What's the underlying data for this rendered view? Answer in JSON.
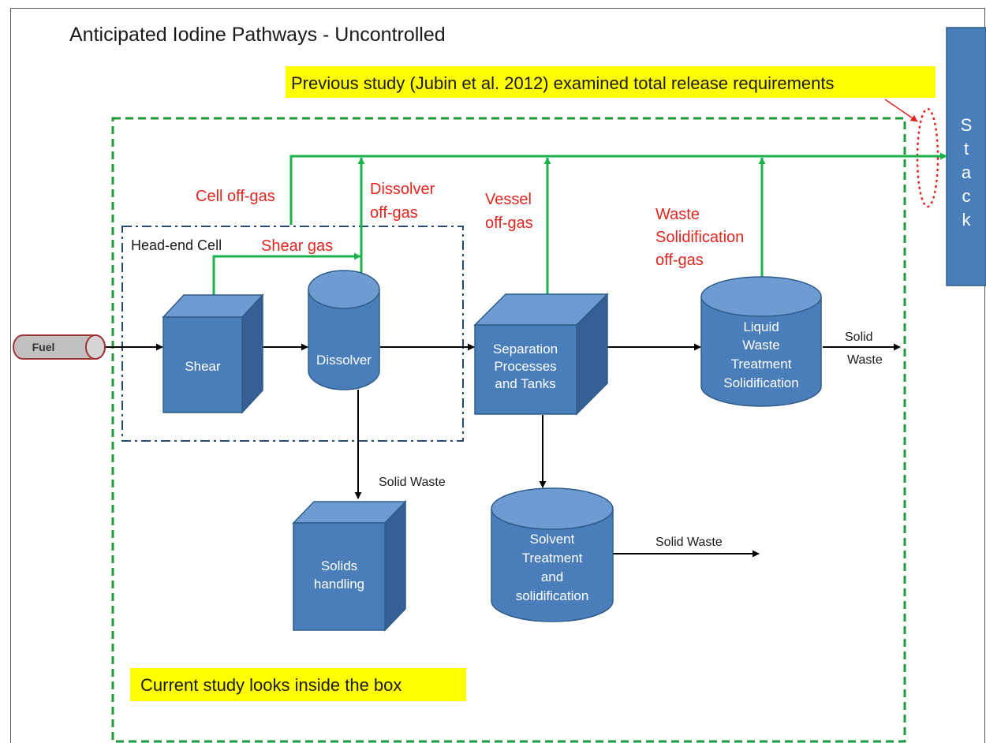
{
  "title": "Anticipated Iodine Pathways - Uncontrolled",
  "callouts": {
    "previous_study": "Previous study (Jubin et al. 2012) examined total release requirements",
    "current_study": "Current study looks inside the box"
  },
  "stack": {
    "letters": [
      "S",
      "t",
      "a",
      "c",
      "k"
    ]
  },
  "feed": {
    "label": "Fuel"
  },
  "head_end": {
    "label": "Head-end Cell"
  },
  "gas_labels": {
    "cell_offgas": "Cell off-gas",
    "dissolver_offgas": [
      "Dissolver",
      "off-gas"
    ],
    "vessel_offgas": [
      "Vessel",
      "off-gas"
    ],
    "waste_solidification_offgas": [
      "Waste",
      "Solidification",
      "off-gas"
    ],
    "shear_gas": "Shear gas"
  },
  "units": {
    "shear": [
      "Shear"
    ],
    "dissolver": [
      "Dissolver"
    ],
    "separation": [
      "Separation",
      "Processes",
      "and Tanks"
    ],
    "liquid_waste": [
      "Liquid",
      "Waste",
      "Treatment",
      "Solidification"
    ],
    "solids_handling": [
      "Solids",
      "handling"
    ],
    "solvent_treatment": [
      "Solvent",
      "Treatment",
      "and",
      "solidification"
    ]
  },
  "outputs": {
    "dissolver_solid": "Solid Waste",
    "liquid_waste_solid": [
      "Solid",
      "Waste"
    ],
    "solvent_solid": "Solid Waste"
  },
  "colors": {
    "unit_fill": "#4a7ebb",
    "unit_stroke": "#2e5c8a",
    "unit_side": "#355f95",
    "unit_top": "#6f9bd3",
    "gas_line": "#19b24b",
    "flow_line": "#000000",
    "gas_label": "#e0261f",
    "box_border": "#1e9a3a",
    "headend_border": "#27476e",
    "callout_fill": "#ffff00",
    "fuel_fill": "#c0c0c0",
    "fuel_stroke": "#a13434"
  }
}
